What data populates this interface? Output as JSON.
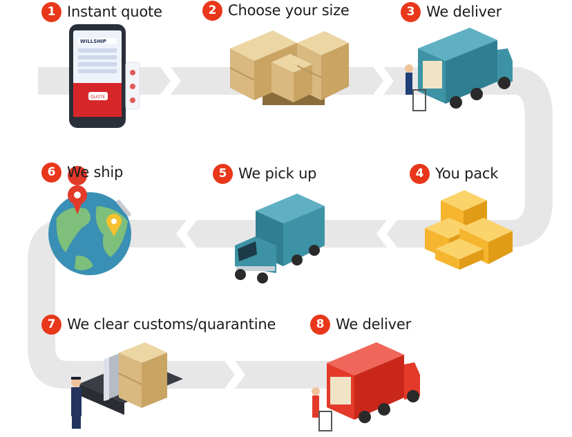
{
  "steps": [
    {
      "number": "1",
      "label": "Instant quote",
      "icon": "phone-app-icon"
    },
    {
      "number": "2",
      "label": "Choose your size",
      "icon": "crates-icon"
    },
    {
      "number": "3",
      "label": "We deliver",
      "icon": "delivery-truck-icon"
    },
    {
      "number": "4",
      "label": "You pack",
      "icon": "boxes-icon"
    },
    {
      "number": "5",
      "label": "We pick up",
      "icon": "pickup-truck-icon"
    },
    {
      "number": "6",
      "label": "We ship",
      "icon": "globe-icon"
    },
    {
      "number": "7",
      "label": "We clear customs/quarantine",
      "icon": "customs-icon"
    },
    {
      "number": "8",
      "label": "We deliver",
      "icon": "red-truck-icon"
    }
  ],
  "phone": {
    "brand": "WILLSHIP",
    "button": "QUOTE"
  },
  "colors": {
    "badge": "#e8371a",
    "road": "#e6e6e6",
    "truck_teal": "#3d93a5",
    "truck_red": "#e33a2a",
    "crate": "#e2c48e",
    "box": "#f5b52e",
    "ocean": "#3a8fb4"
  }
}
